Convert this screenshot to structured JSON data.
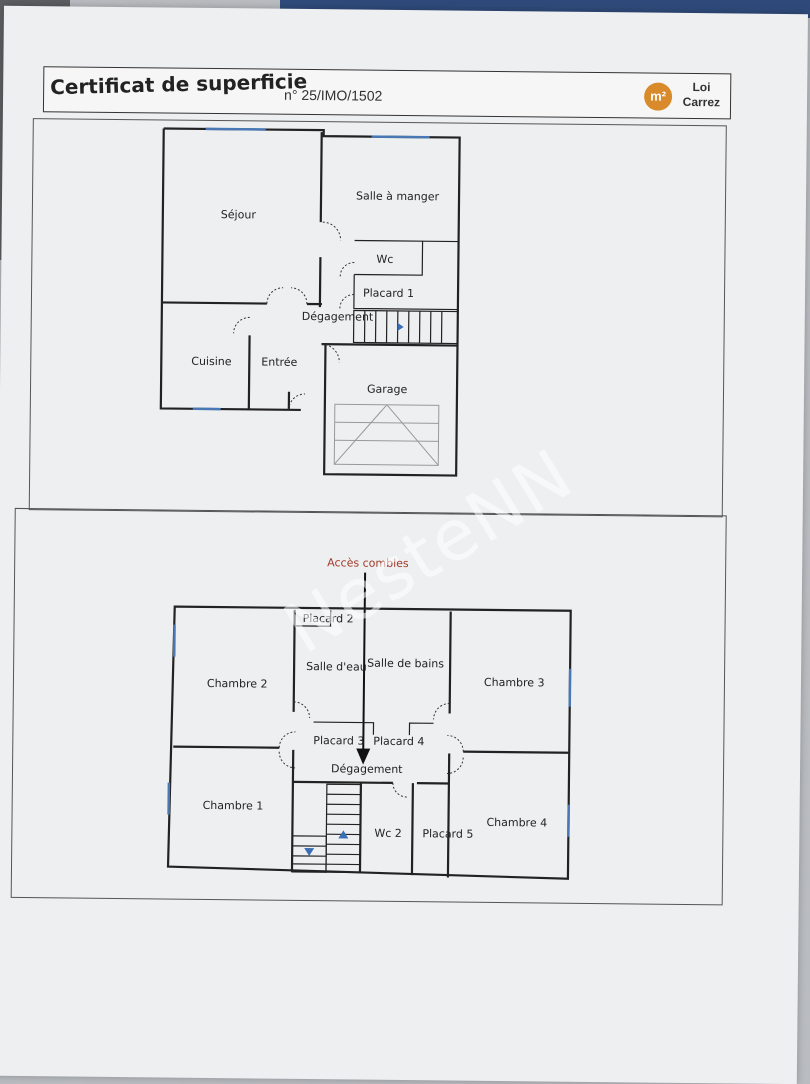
{
  "header": {
    "title": "Certificat de superficie",
    "certificate_number": "n° 25/IMO/1502",
    "logo_letter": "m²",
    "badge_line1": "Loi",
    "badge_line2": "Carrez"
  },
  "ground_floor": {
    "rooms": {
      "sejour": "Séjour",
      "salle_a_manger": "Salle à manger",
      "wc": "Wc",
      "placard1": "Placard 1",
      "degagement": "Dégagement",
      "cuisine": "Cuisine",
      "entree": "Entrée",
      "garage": "Garage"
    }
  },
  "first_floor": {
    "attic_access": "Accès combles",
    "rooms": {
      "placard2": "Placard 2",
      "salle_deau": "Salle d'eau",
      "salle_de_bains": "Salle de bains",
      "chambre2": "Chambre 2",
      "chambre3": "Chambre 3",
      "placard3": "Placard 3",
      "placard4": "Placard 4",
      "degagement": "Dégagement",
      "chambre1": "Chambre 1",
      "wc2": "Wc 2",
      "placard5": "Placard 5",
      "chambre4": "Chambre 4"
    }
  },
  "watermark": "NesteNN",
  "colors": {
    "window": "#4a78b5",
    "attic_label": "#a33a2a",
    "logo": "#d98b2b"
  }
}
